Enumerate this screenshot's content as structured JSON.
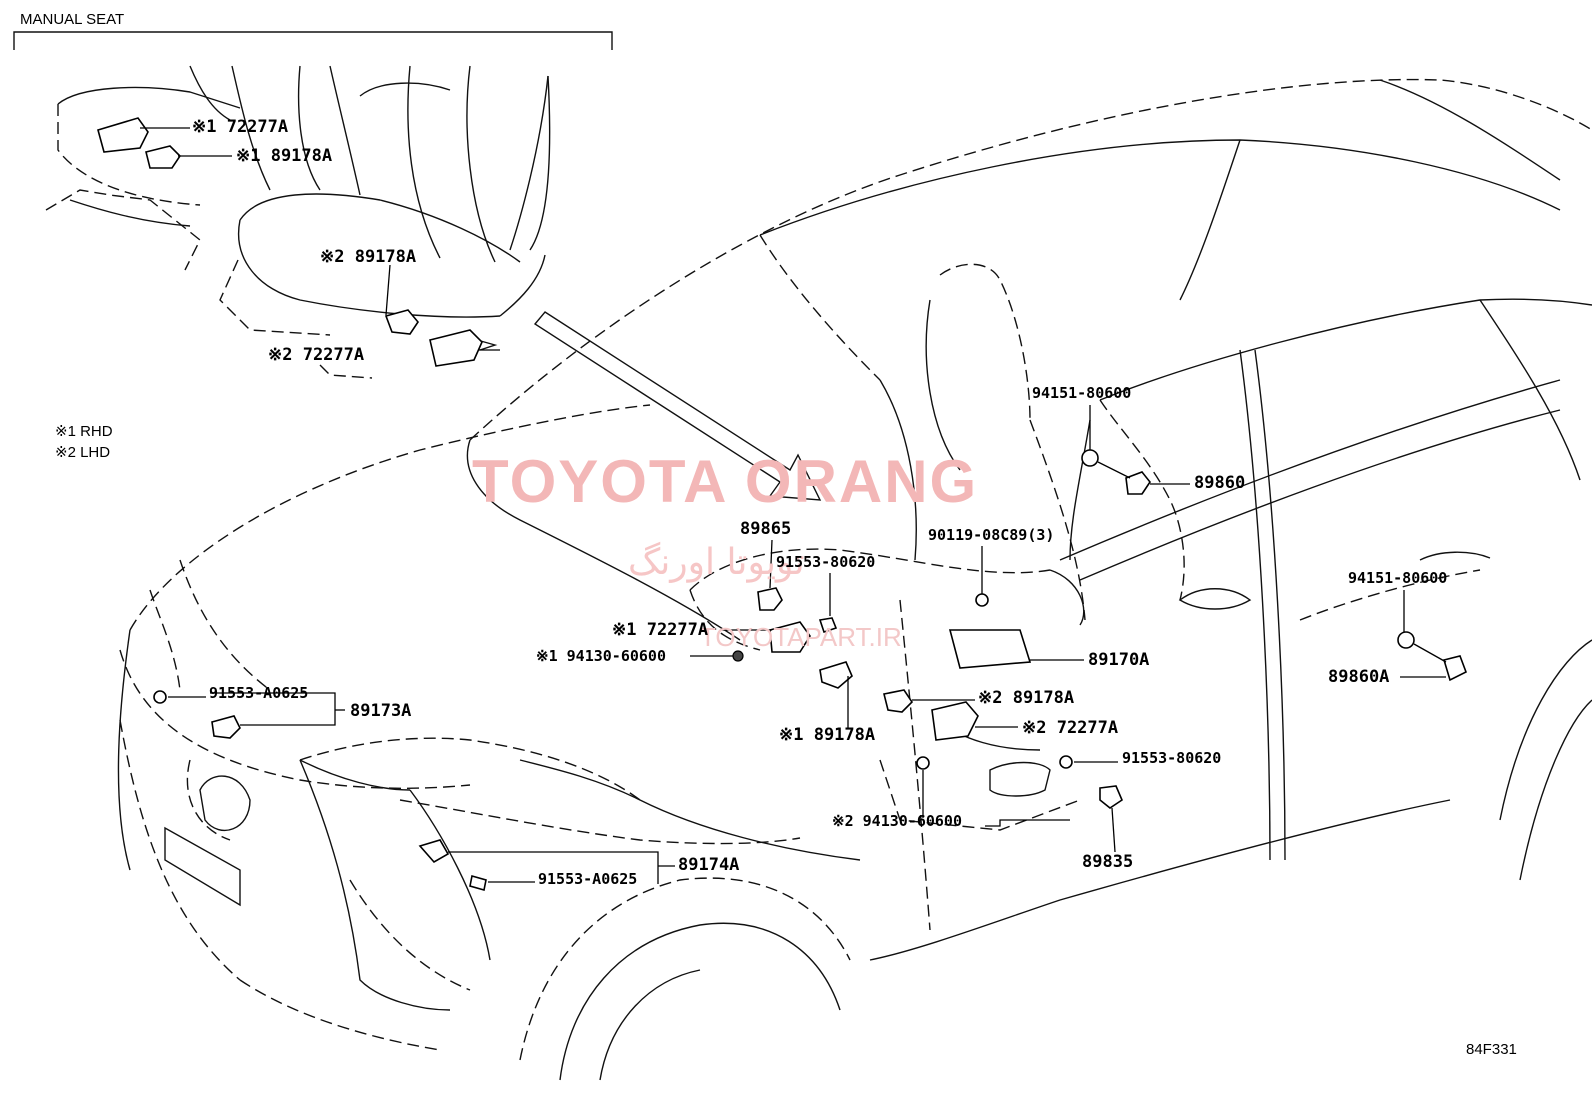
{
  "manual_seat_title": "MANUAL SEAT",
  "legend": {
    "rhd": "※1 RHD",
    "lhd": "※2 LHD"
  },
  "watermark": {
    "brand": "TOYOTA ORANG",
    "persian": "تویوتا اورنگ",
    "url": "TOYOTAPART.IR"
  },
  "labels": {
    "seat_72277a_rhd": "※1 72277A",
    "seat_89178a_rhd": "※1 89178A",
    "seat_89178a_lhd": "※2 89178A",
    "seat_72277a_lhd": "※2 72277A",
    "p_94151_upper": "94151-80600",
    "p_89860": "89860",
    "p_89865": "89865",
    "p_91553_80620_upper": "91553-80620",
    "p_90119": "90119-08C89(3)",
    "p_72277a_rhd": "※1 72277A",
    "p_94130_rhd": "※1 94130-60600",
    "p_89170a": "89170A",
    "p_94151_right": "94151-80600",
    "p_89860a": "89860A",
    "p_91553_a0625_upper": "91553-A0625",
    "p_89173a": "89173A",
    "p_89178a_lhd": "※2 89178A",
    "p_72277a_lhd": "※2 72277A",
    "p_89178a_rhd": "※1 89178A",
    "p_91553_80620_lower": "91553-80620",
    "p_94130_lhd": "※2 94130-60600",
    "p_89835": "89835",
    "p_91553_a0625_lower": "91553-A0625",
    "p_89174a": "89174A"
  },
  "figure_code": "84F331"
}
